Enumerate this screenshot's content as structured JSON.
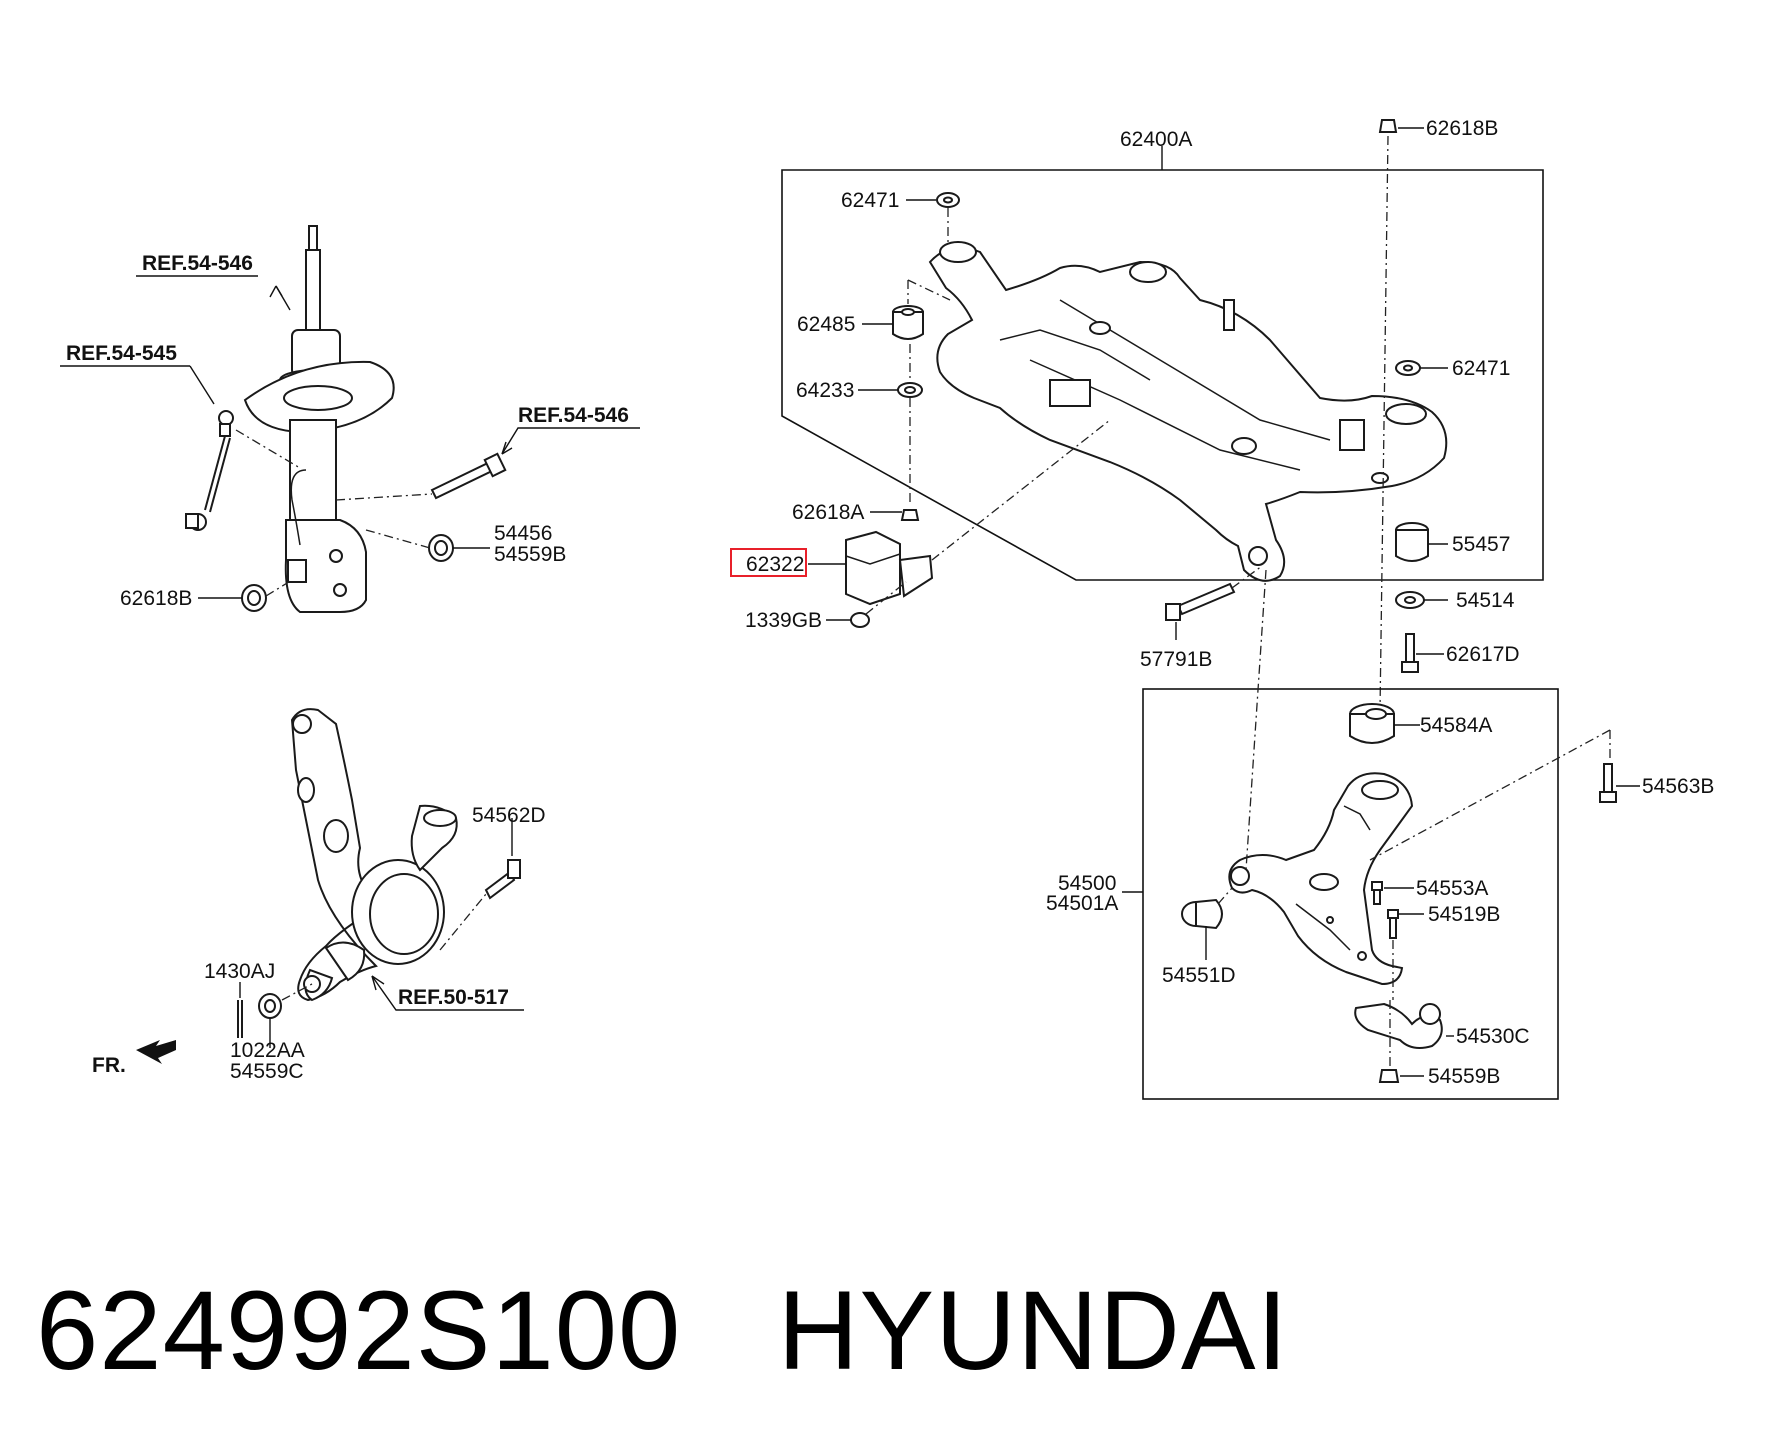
{
  "caption": {
    "part_number": "624992S100",
    "brand": "HYUNDAI"
  },
  "highlight_color": "#e8202a",
  "labels": {
    "ref_54_546_top": "REF.54-546",
    "ref_54_545": "REF.54-545",
    "ref_54_546_right": "REF.54-546",
    "p54456": "54456",
    "p54559B_strut": "54559B",
    "p62618B_strut": "62618B",
    "p54562D": "54562D",
    "p1430AJ": "1430AJ",
    "p1022AA": "1022AA",
    "p54559C": "54559C",
    "ref_50_517": "REF.50-517",
    "fr": "FR.",
    "p62400A": "62400A",
    "p62618B_top": "62618B",
    "p62471_left": "62471",
    "p62485": "62485",
    "p64233": "64233",
    "p62618A": "62618A",
    "p62322": "62322",
    "p1339GB": "1339GB",
    "p62471_right": "62471",
    "p55457": "55457",
    "p54514": "54514",
    "p57791B": "57791B",
    "p62617D": "62617D",
    "p54584A": "54584A",
    "p54563B": "54563B",
    "p54500": "54500",
    "p54501A": "54501A",
    "p54553A": "54553A",
    "p54519B": "54519B",
    "p54551D": "54551D",
    "p54530C": "54530C",
    "p54559B_arm": "54559B"
  }
}
